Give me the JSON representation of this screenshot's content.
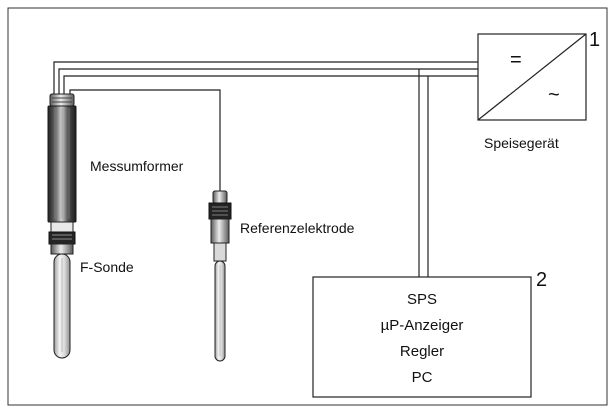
{
  "labels": {
    "power_supply_number": "1",
    "plc_number": "2",
    "power_supply": "Speisegerät",
    "transmitter": "Messumformer",
    "reference_electrode": "Referenzelektrode",
    "f_probe": "F-Sonde",
    "dc_symbol": "=",
    "ac_symbol": "~"
  },
  "controller_box": {
    "lines": [
      "SPS",
      "µP-Anzeiger",
      "Regler",
      "PC"
    ]
  },
  "colors": {
    "frame": "#333333",
    "line": "#222222",
    "metal_dark": "#2a2a2a",
    "metal_mid": "#6a6a6a",
    "metal_light": "#c9c9c9",
    "glass": "#e7e7e7"
  }
}
